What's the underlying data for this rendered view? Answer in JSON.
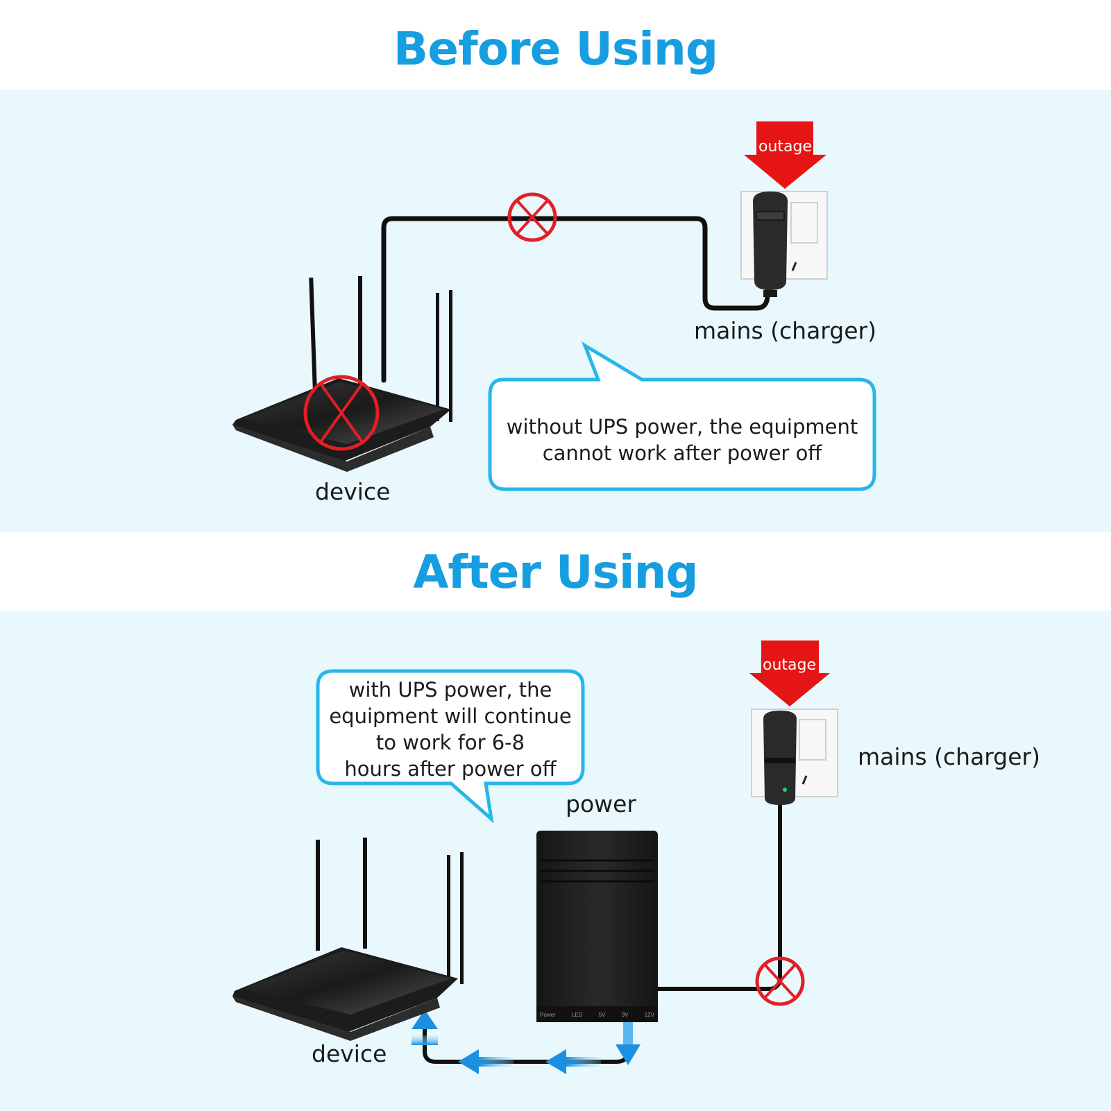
{
  "colors": {
    "title": "#169ee0",
    "band": "#e8f8fd",
    "bubble_border": "#27b6ea",
    "cable": "#101010",
    "cross": "#e41e26",
    "arrow_red": "#e61515",
    "flow_arrow": "#1b8fe0"
  },
  "before": {
    "title": "Before Using",
    "outage": "outage",
    "mains_label": "mains (charger)",
    "device_label": "device",
    "bubble_lines": [
      "without UPS power, the equipment",
      "cannot work after power off"
    ]
  },
  "after": {
    "title": "After Using",
    "outage": "outage",
    "mains_label": "mains (charger)",
    "device_label": "device",
    "power_label": "power",
    "bubble_lines": [
      "with UPS power, the",
      "equipment will continue",
      "to work for 6-8",
      "hours after power off"
    ],
    "ups_port_labels": [
      "Power",
      "LED",
      "5V",
      "9V",
      "12V"
    ]
  },
  "icons": [
    "router-icon",
    "wall-socket-icon",
    "charger-icon",
    "ups-power-bank-icon",
    "cross-circle-icon",
    "down-arrow-icon",
    "flow-arrow-icon"
  ]
}
